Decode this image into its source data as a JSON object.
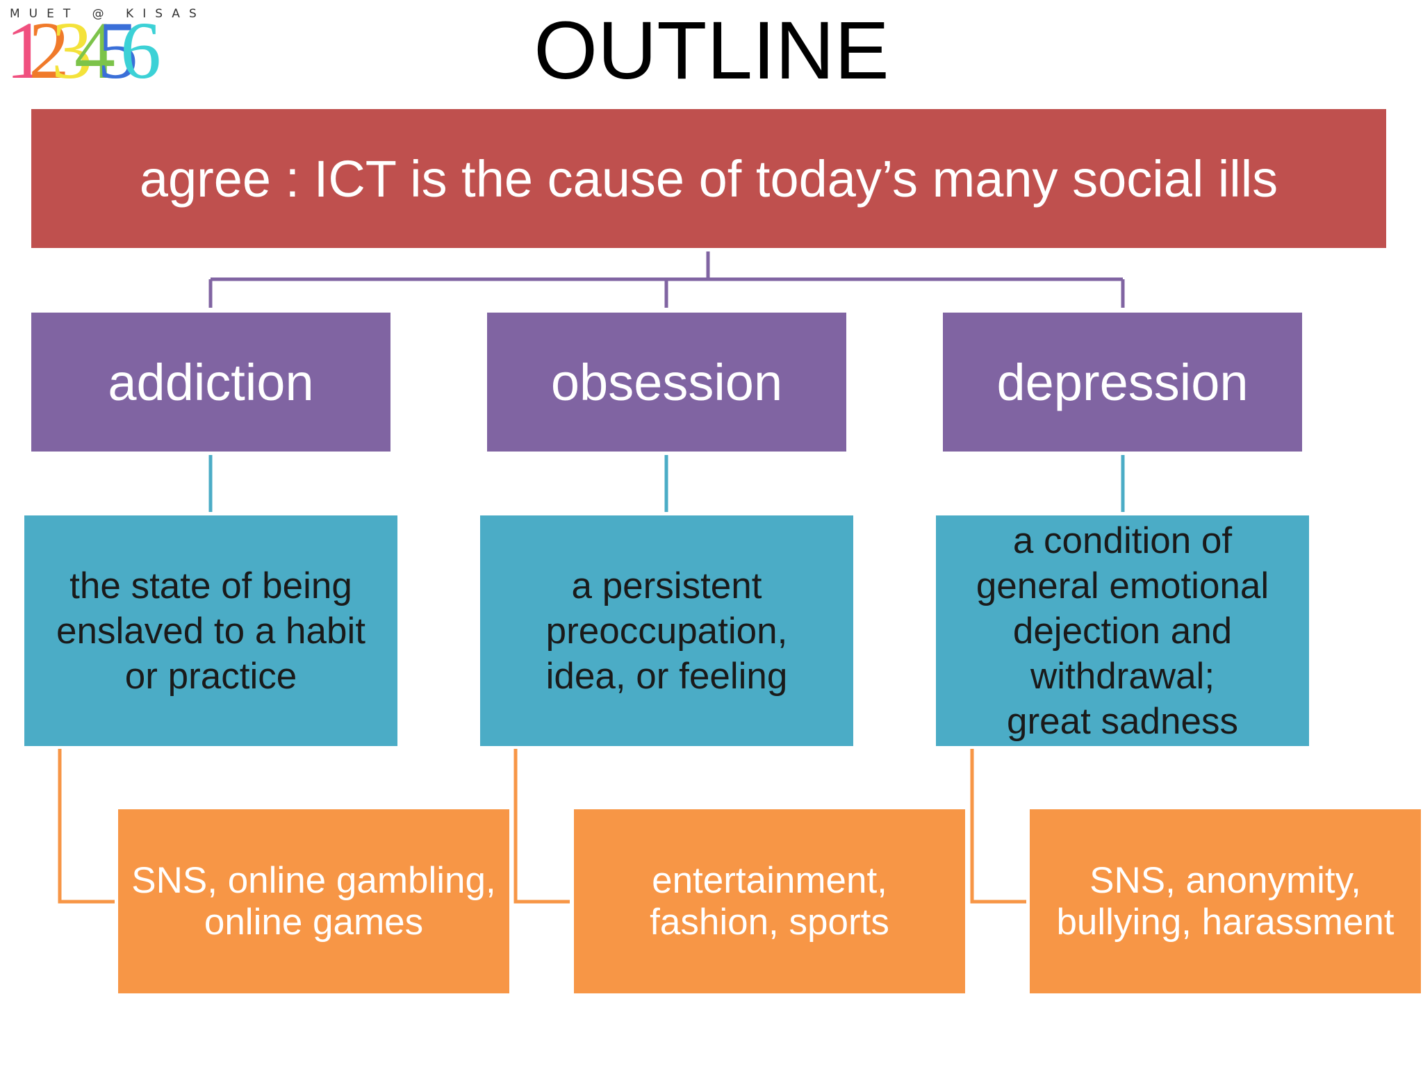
{
  "logo": {
    "caption": "MUET @ KISAS",
    "digits": [
      "1",
      "2",
      "3",
      "4",
      "5",
      "6"
    ],
    "colors": [
      "#f0507f",
      "#f07a2a",
      "#f4e23a",
      "#7cc34a",
      "#3a6fd8",
      "#3cd1d6"
    ]
  },
  "title": "OUTLINE",
  "root": {
    "label": "agree : ICT is the cause of today’s many social ills",
    "color": "#bf504e"
  },
  "branches": [
    {
      "topic": "addiction",
      "definition": "the state of being\nenslaved to a habit\nor practice",
      "examples": "SNS, online gambling,\nonline games"
    },
    {
      "topic": "obsession",
      "definition": "a persistent\npreoccupation,\nidea, or feeling",
      "examples": "entertainment,\nfashion, sports"
    },
    {
      "topic": "depression",
      "definition": "a condition of\ngeneral emotional\ndejection and\nwithdrawal;\ngreat sadness",
      "examples": "SNS, anonymity,\nbullying, harassment"
    }
  ],
  "colors": {
    "topic": "#8064a2",
    "definition": "#4bacc6",
    "examples": "#f79646",
    "connector_topic": "#8064a2",
    "connector_definition": "#4bacc6",
    "connector_examples": "#f79646"
  }
}
